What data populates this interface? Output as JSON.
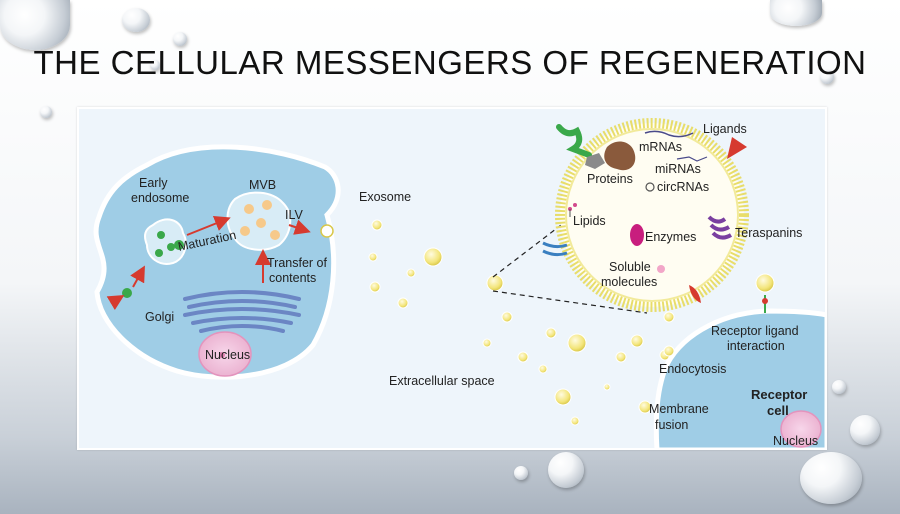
{
  "slide": {
    "title": "THE CELLULAR MESSENGERS OF REGENERATION"
  },
  "diagram": {
    "donor_cell": {
      "early_endosome": [
        "Early",
        "endosome"
      ],
      "mvb": "MVB",
      "ilv": "ILV",
      "maturation": "Maturation",
      "transfer": [
        "Transfer of",
        "contents"
      ],
      "golgi": "Golgi",
      "nucleus": "Nucleus"
    },
    "exosome": "Exosome",
    "extracellular_space": "Extracellular space",
    "exosome_cargo": {
      "ligands": "Ligands",
      "mrnas": "mRNAs",
      "proteins": "Proteins",
      "mirnas": "miRNAs",
      "circrnas": "circRNAs",
      "lipids": "Lipids",
      "enzymes": "Enzymes",
      "teraspanins": "Teraspanins",
      "soluble": [
        "Soluble",
        "molecules"
      ]
    },
    "receptor_cell": {
      "interaction": [
        "Receptor ligand",
        "interaction"
      ],
      "endocytosis": "Endocytosis",
      "membrane_fusion": [
        "Membrane",
        "fusion"
      ],
      "title": [
        "Receptor",
        "cell"
      ],
      "nucleus": "Nucleus"
    }
  }
}
